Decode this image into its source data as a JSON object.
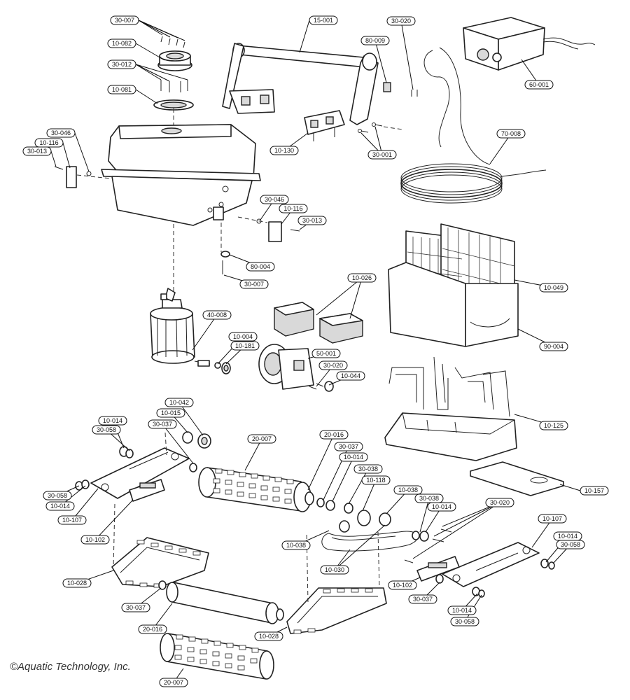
{
  "copyright": "©Aquatic Technology, Inc.",
  "labels": [
    "30-007",
    "10-082",
    "30-012",
    "10-081",
    "30-046",
    "10-116",
    "30-013",
    "15-001",
    "80-009",
    "30-020",
    "60-001",
    "10-130",
    "30-001",
    "70-008",
    "30-046",
    "10-116",
    "30-013",
    "80-004",
    "30-007",
    "10-049",
    "10-026",
    "40-008",
    "10-004",
    "10-181",
    "90-004",
    "50-001",
    "30-020",
    "10-044",
    "10-042",
    "10-015",
    "10-014",
    "30-058",
    "30-037",
    "20-007",
    "10-125",
    "20-016",
    "30-037",
    "10-014",
    "30-038",
    "10-118",
    "10-038",
    "30-038",
    "10-014",
    "30-020",
    "10-107",
    "30-058",
    "10-014",
    "10-107",
    "10-102",
    "10-038",
    "10-030",
    "10-014",
    "30-058",
    "10-102",
    "30-037",
    "10-014",
    "30-058",
    "10-028",
    "30-037",
    "20-016",
    "10-028",
    "20-007",
    "10-157"
  ]
}
